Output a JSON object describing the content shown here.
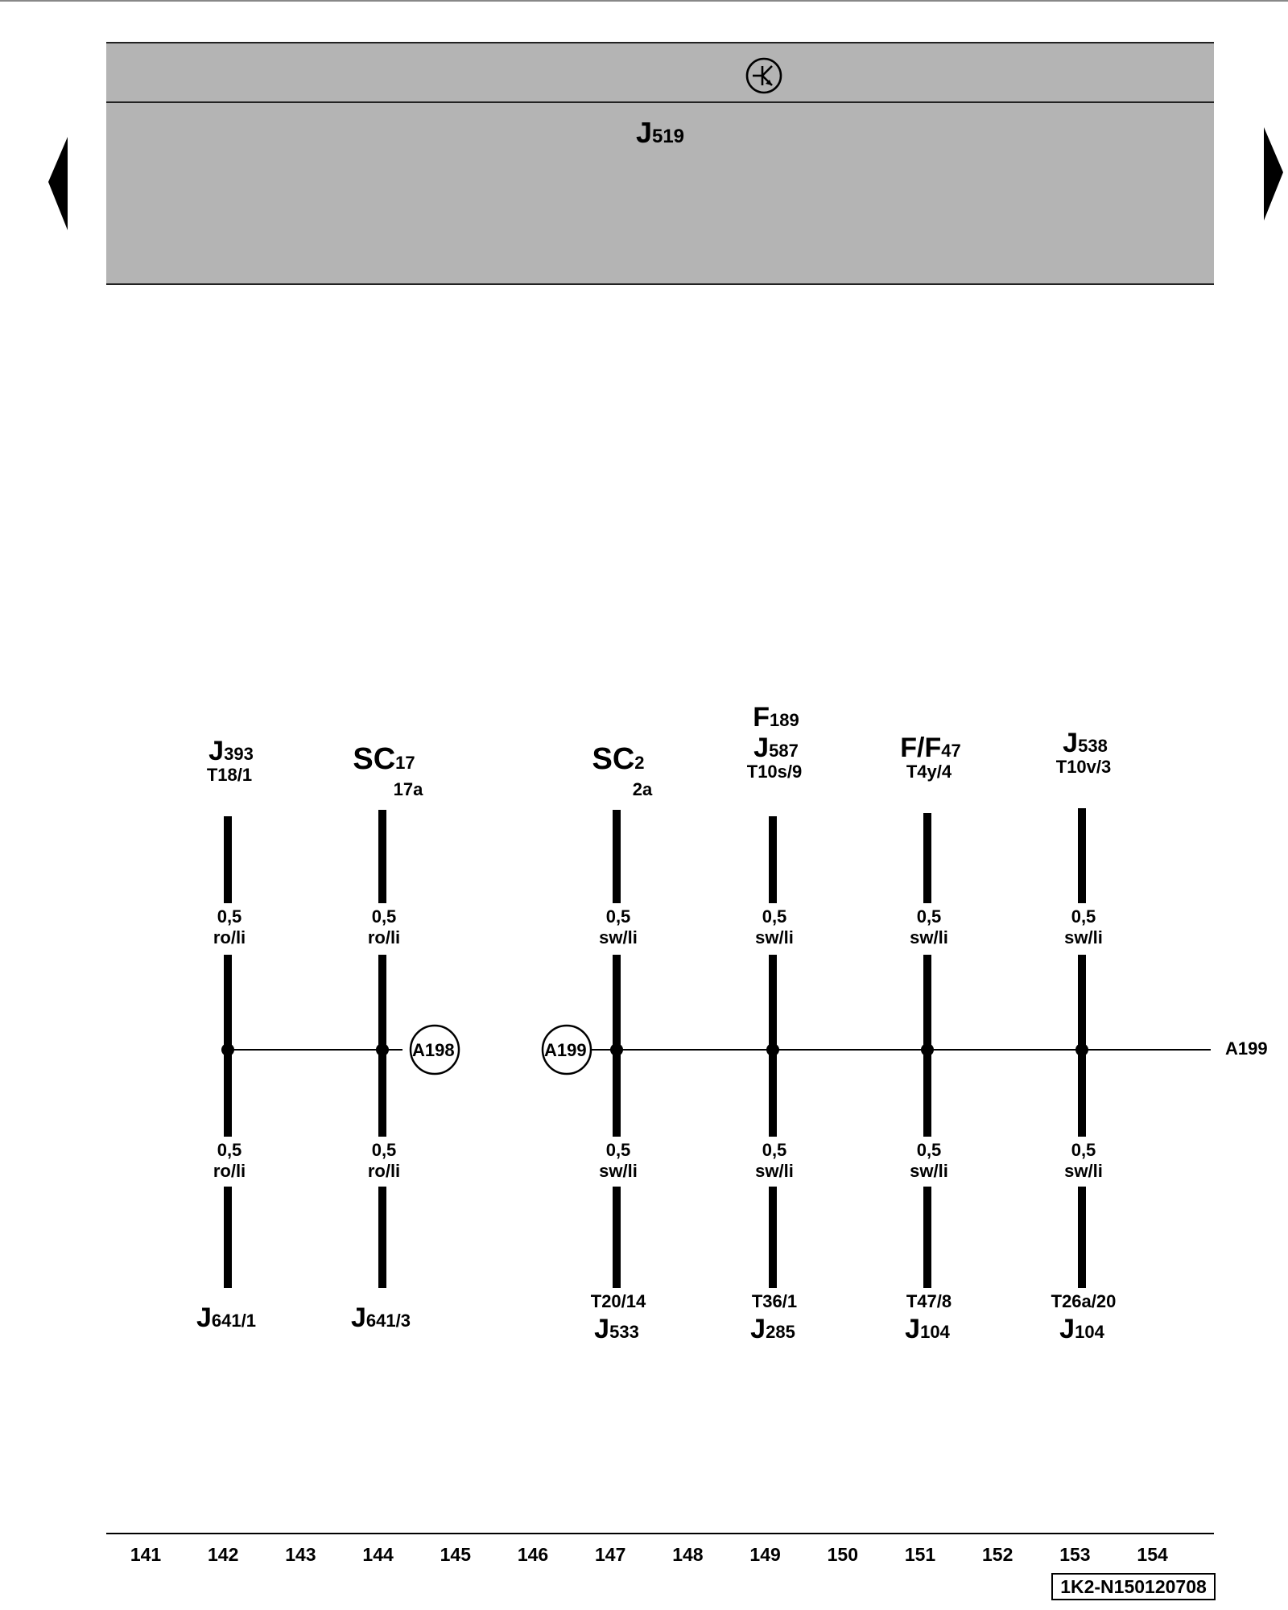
{
  "header": {
    "symbol_icon": "transistor-symbol-icon",
    "component_letter": "J",
    "component_number": "519",
    "background_color": "#b4b4b4"
  },
  "navigation": {
    "prev_icon": "triangle-left-icon",
    "next_icon": "triangle-right-icon"
  },
  "wires": [
    {
      "top_main": "J",
      "top_sub": "393",
      "top_pin": "T18/1",
      "upper_size": "0,5",
      "upper_color": "ro/li",
      "lower_size": "0,5",
      "lower_color": "ro/li",
      "bottom_pin": "",
      "bottom_main": "J",
      "bottom_sub": "641/1"
    },
    {
      "top_main": "SC",
      "top_sub": "17",
      "top_pin": "17a",
      "upper_size": "0,5",
      "upper_color": "ro/li",
      "lower_size": "0,5",
      "lower_color": "ro/li",
      "bottom_pin": "",
      "bottom_main": "J",
      "bottom_sub": "641/3"
    },
    {
      "top_main": "SC",
      "top_sub": "2",
      "top_pin": "2a",
      "upper_size": "0,5",
      "upper_color": "sw/li",
      "lower_size": "0,5",
      "lower_color": "sw/li",
      "bottom_pin": "T20/14",
      "bottom_main": "J",
      "bottom_sub": "533"
    },
    {
      "top_extra_main": "F",
      "top_extra_sub": "189",
      "top_main": "J",
      "top_sub": "587",
      "top_pin": "T10s/9",
      "upper_size": "0,5",
      "upper_color": "sw/li",
      "lower_size": "0,5",
      "lower_color": "sw/li",
      "bottom_pin": "T36/1",
      "bottom_main": "J",
      "bottom_sub": "285"
    },
    {
      "top_main": "F/F",
      "top_sub": "47",
      "top_pin": "T4y/4",
      "upper_size": "0,5",
      "upper_color": "sw/li",
      "lower_size": "0,5",
      "lower_color": "sw/li",
      "bottom_pin": "T47/8",
      "bottom_main": "J",
      "bottom_sub": "104"
    },
    {
      "top_main": "J",
      "top_sub": "538",
      "top_pin": "T10v/3",
      "upper_size": "0,5",
      "upper_color": "sw/li",
      "lower_size": "0,5",
      "lower_color": "sw/li",
      "bottom_pin": "T26a/20",
      "bottom_main": "J",
      "bottom_sub": "104"
    }
  ],
  "connections": {
    "left_circle": "A198",
    "right_circle": "A199",
    "right_end_label": "A199"
  },
  "columns": [
    "141",
    "142",
    "143",
    "144",
    "145",
    "146",
    "147",
    "148",
    "149",
    "150",
    "151",
    "152",
    "153",
    "154"
  ],
  "doc_id": "1K2-N150120708"
}
